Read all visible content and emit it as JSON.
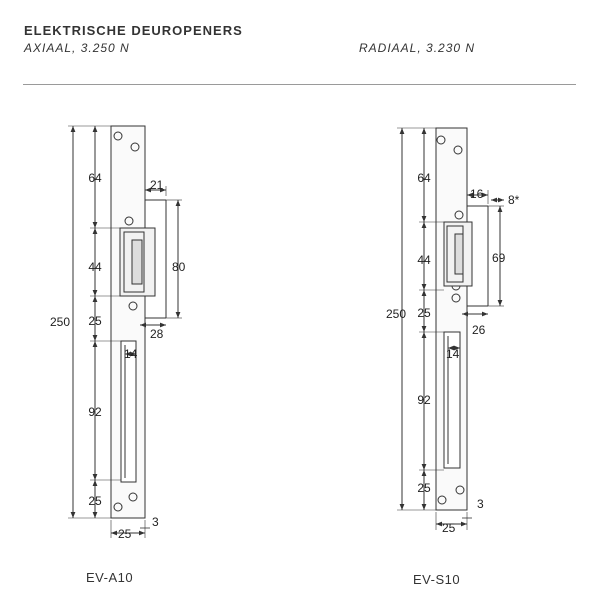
{
  "header": {
    "title": "ELEKTRISCHE DEUROPENERS",
    "sub_left": "AXIAAL, 3.250 N",
    "sub_right": "RADIAAL, 3.230 N"
  },
  "left_drawing": {
    "model": "EV-A10",
    "dims": {
      "total": "250",
      "top": "64",
      "mid": "44",
      "gap": "25",
      "slot": "92",
      "bottom": "25",
      "housing_top": "21",
      "housing_h": "80",
      "housing_bottom": "28",
      "slot_w": "14",
      "width": "25",
      "thick": "3"
    }
  },
  "right_drawing": {
    "model": "EV-S10",
    "dims": {
      "total": "250",
      "top": "64",
      "mid": "44",
      "gap": "25",
      "slot": "92",
      "bottom": "25",
      "housing_top": "16",
      "housing_extra": "8*",
      "housing_h": "69",
      "housing_bottom": "26",
      "slot_w": "14",
      "width": "25",
      "thick": "3"
    }
  }
}
